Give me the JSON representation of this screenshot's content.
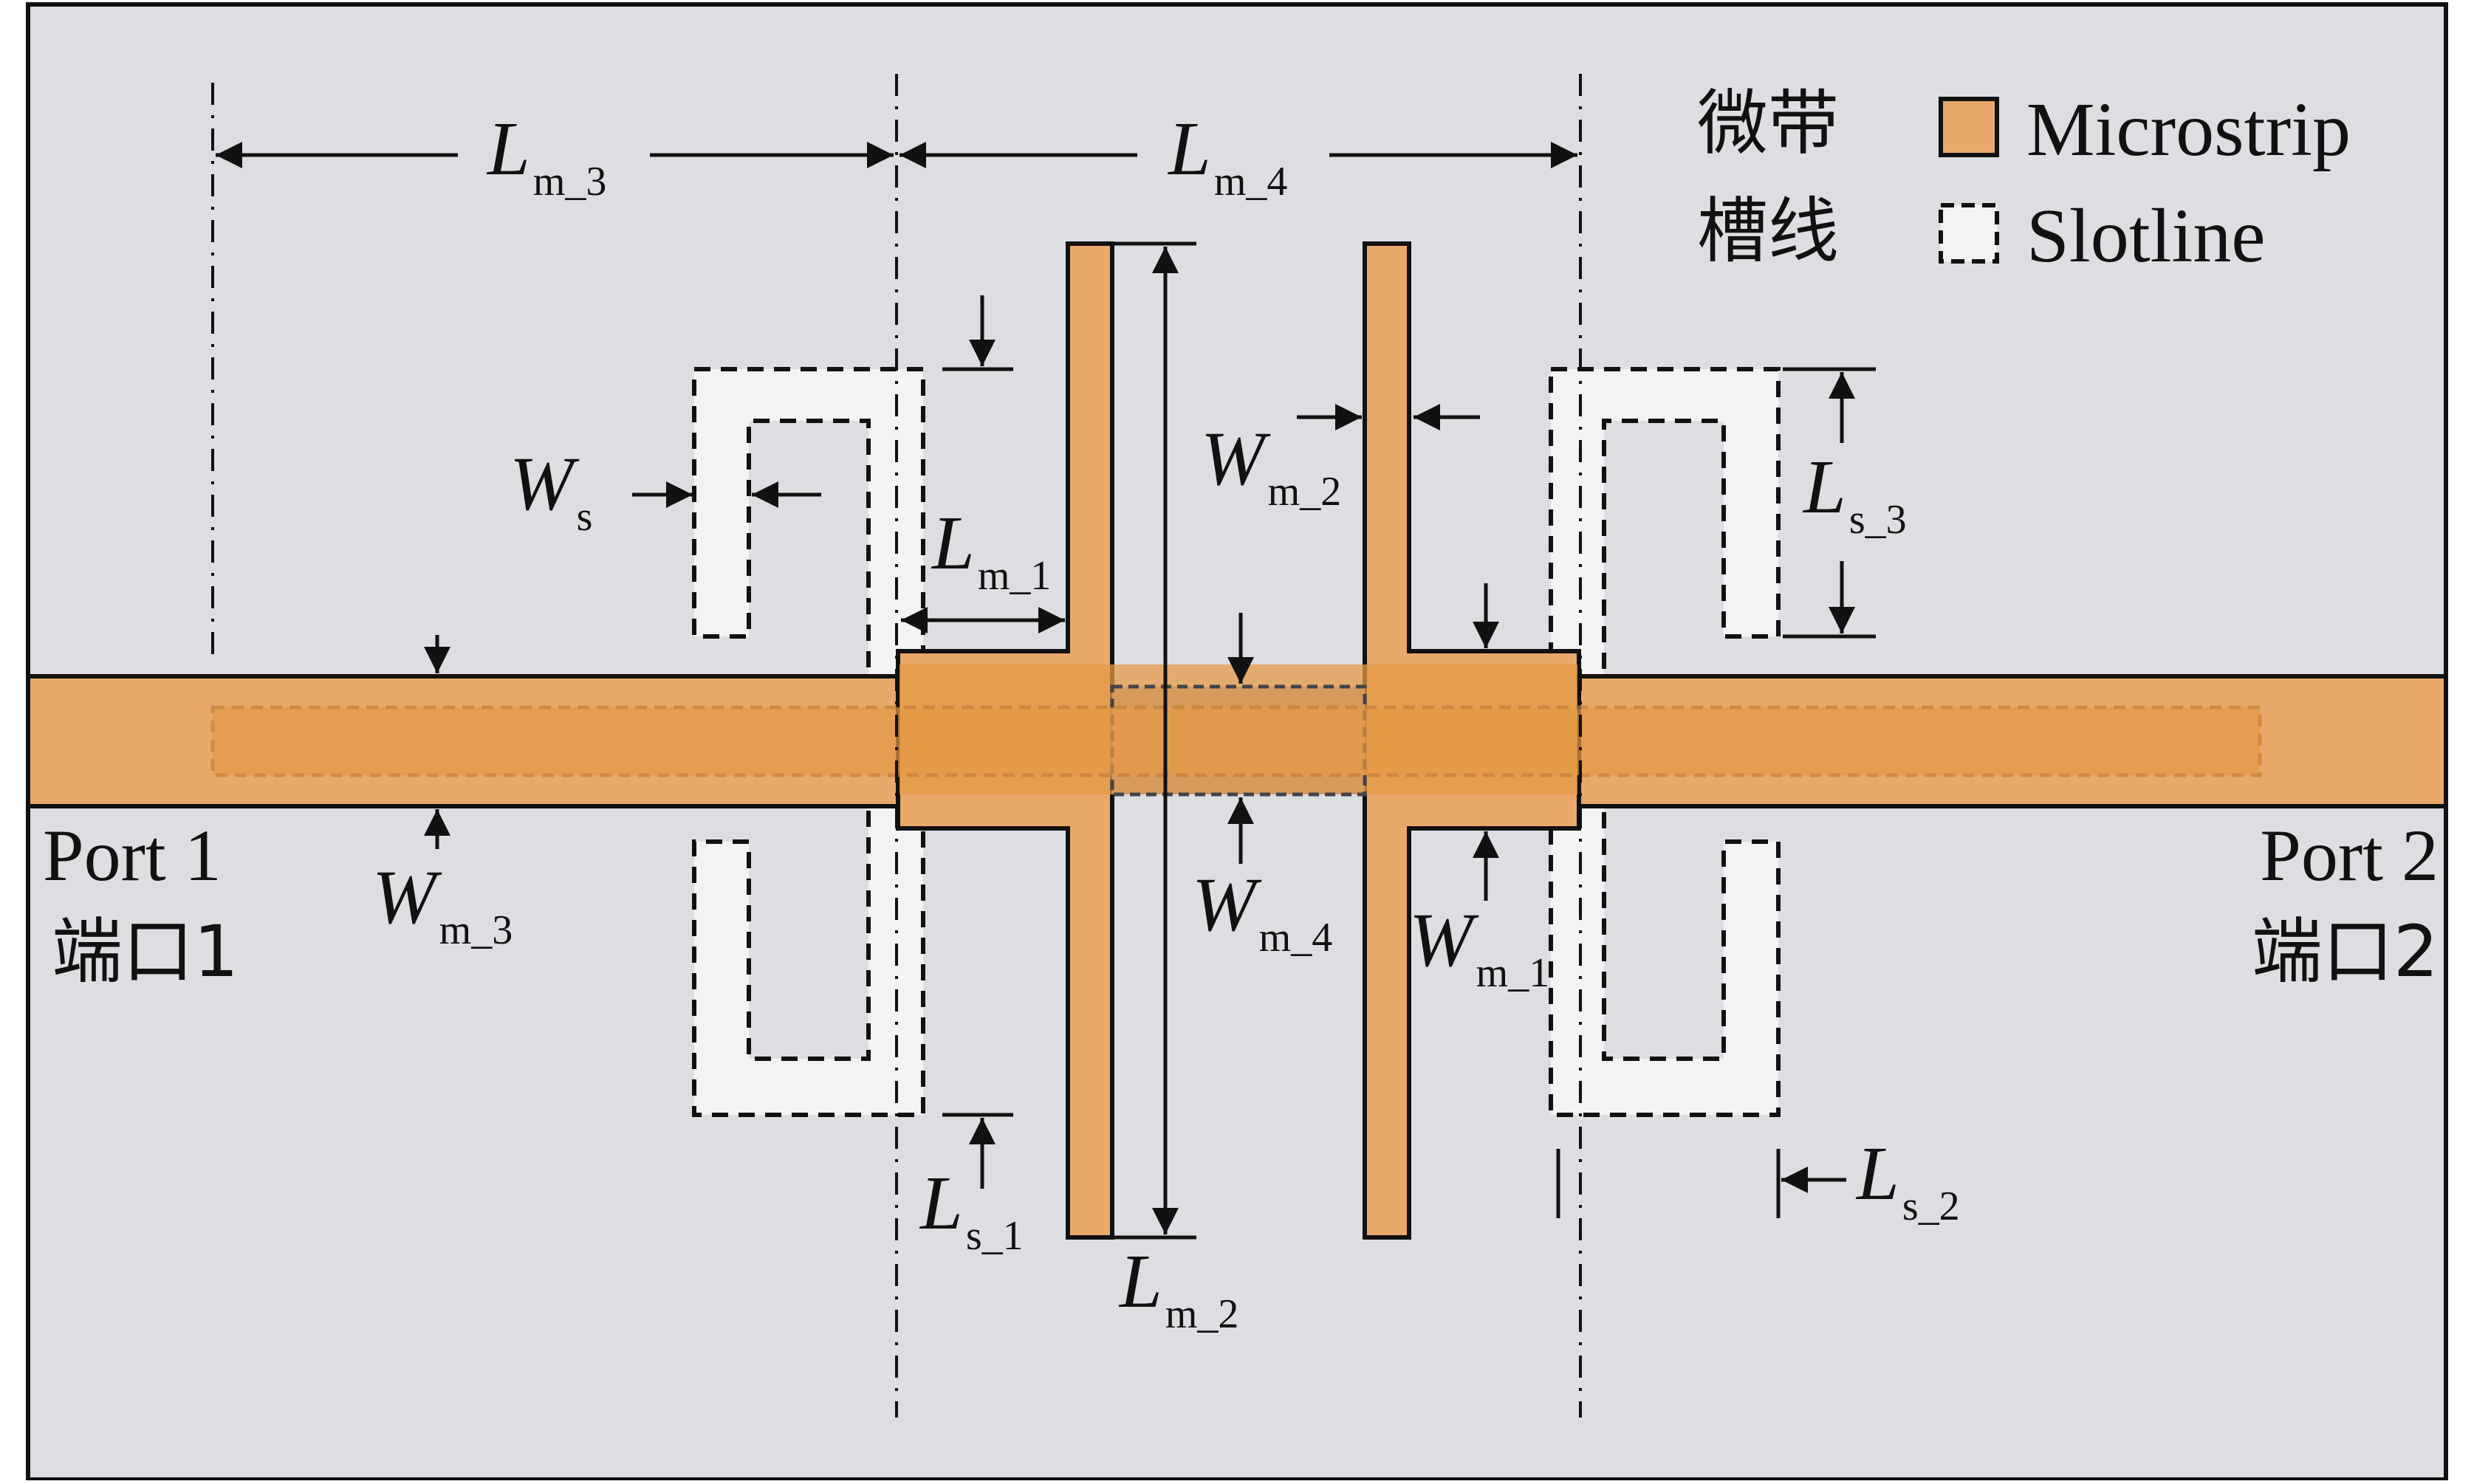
{
  "colors": {
    "background": "#dcdee1",
    "microstrip": "#e8a96a",
    "microstrip_overlap": "#e59a45",
    "slotline_fill": "#f3f3f3",
    "ink": "#111111"
  },
  "legend": {
    "microstrip_cn": "微带",
    "microstrip_en": "Microstrip",
    "slotline_cn": "槽线",
    "slotline_en": "Slotline"
  },
  "ports": {
    "port1_en": "Port 1",
    "port1_cn": "端口1",
    "port2_en": "Port 2",
    "port2_cn": "端口2"
  },
  "labels": {
    "Lm3": {
      "main": "L",
      "sub": "m_3"
    },
    "Lm4": {
      "main": "L",
      "sub": "m_4"
    },
    "Ws": {
      "main": "W",
      "sub": "s"
    },
    "Lm1": {
      "main": "L",
      "sub": "m_1"
    },
    "Wm2": {
      "main": "W",
      "sub": "m_2"
    },
    "Ls3": {
      "main": "L",
      "sub": "s_3"
    },
    "Wm3": {
      "main": "W",
      "sub": "m_3"
    },
    "Wm4": {
      "main": "W",
      "sub": "m_4"
    },
    "Wm1": {
      "main": "W",
      "sub": "m_1"
    },
    "Ls1": {
      "main": "L",
      "sub": "s_1"
    },
    "Lm2": {
      "main": "L",
      "sub": "m_2"
    },
    "Ls2": {
      "main": "L",
      "sub": "s_2"
    }
  },
  "icons": [
    "arrow-icon",
    "legend-microstrip-swatch",
    "legend-slotline-swatch"
  ]
}
